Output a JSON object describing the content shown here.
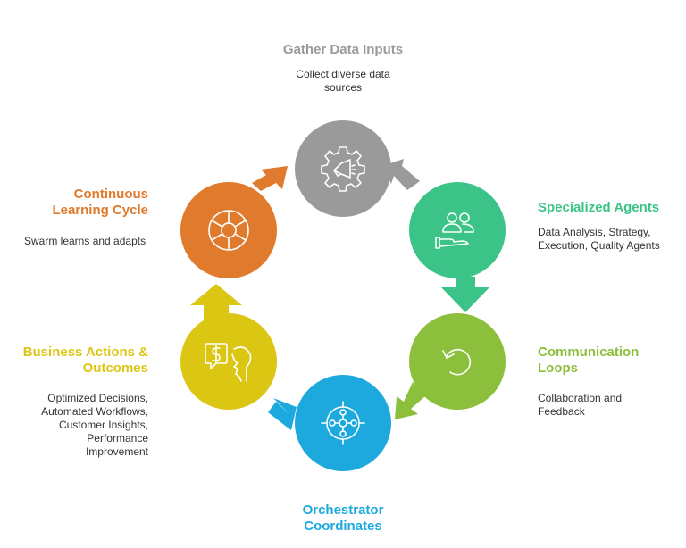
{
  "colors": {
    "gather": "#9a9a9a",
    "specialized": "#3cc488",
    "communication": "#8cbf3c",
    "orchestrator": "#1ea9de",
    "business": "#dcc614",
    "continuous": "#e07a2c"
  },
  "steps": [
    {
      "id": "gather",
      "icon": "megaphone-gear-icon",
      "title_lines": [
        "Gather Data Inputs"
      ],
      "desc_lines": [
        "Collect diverse data",
        "sources"
      ]
    },
    {
      "id": "specialized",
      "icon": "users-hand-icon",
      "title_lines": [
        "Specialized Agents"
      ],
      "desc_lines": [
        "Data Analysis, Strategy,",
        "Execution, Quality Agents"
      ]
    },
    {
      "id": "communication",
      "icon": "refresh-icon",
      "title_lines": [
        "Communication",
        "Loops"
      ],
      "desc_lines": [
        "Collaboration and",
        "Feedback"
      ]
    },
    {
      "id": "orchestrator",
      "icon": "network-hub-icon",
      "title_lines": [
        "Orchestrator",
        "Coordinates"
      ],
      "desc_lines": []
    },
    {
      "id": "business",
      "icon": "dollar-head-icon",
      "title_lines": [
        "Business Actions &",
        "Outcomes"
      ],
      "desc_lines": [
        "Optimized Decisions,",
        "Automated Workflows,",
        "Customer Insights,",
        "Performance",
        "Improvement"
      ]
    },
    {
      "id": "continuous",
      "icon": "cycle-segments-icon",
      "title_lines": [
        "Continuous",
        "Learning Cycle"
      ],
      "desc_lines": [
        "Swarm learns and adapts"
      ]
    }
  ]
}
